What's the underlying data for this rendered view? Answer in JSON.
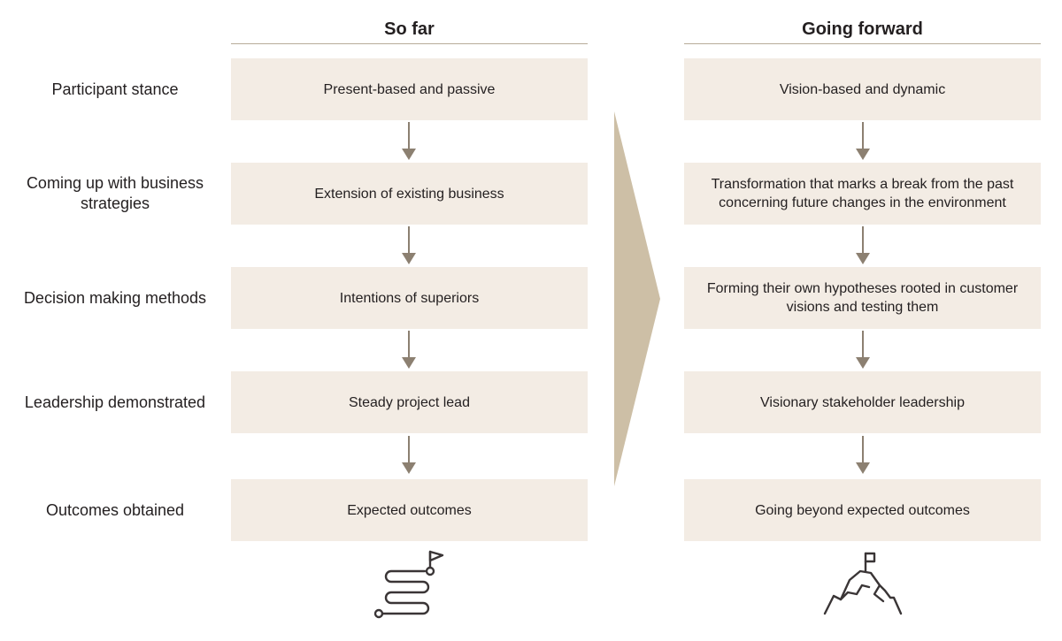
{
  "headers": {
    "left": "So far",
    "right": "Going forward"
  },
  "rows": [
    {
      "label": "Participant stance",
      "so_far": "Present-based and passive",
      "going_forward": "Vision-based and dynamic"
    },
    {
      "label": "Coming up with business strategies",
      "so_far": "Extension of existing business",
      "going_forward": "Transformation that marks a break from the past concerning future changes in the environment"
    },
    {
      "label": "Decision making methods",
      "so_far": "Intentions of superiors",
      "going_forward": "Forming their own hypotheses rooted in customer visions and testing them"
    },
    {
      "label": "Leadership demonstrated",
      "so_far": "Steady project lead",
      "going_forward": "Visionary stakeholder leadership"
    },
    {
      "label": "Outcomes obtained",
      "so_far": "Expected outcomes",
      "going_forward": "Going beyond expected outcomes"
    }
  ],
  "icons": {
    "left": "winding-path-flag-icon",
    "right": "mountain-summit-flag-icon",
    "transition": "chevron-right-icon",
    "step": "arrow-down-icon"
  },
  "colors": {
    "box_fill": "#f3ece4",
    "arrow": "#8c8071",
    "big_arrow": "#cdbfa6",
    "text": "#231f20"
  }
}
